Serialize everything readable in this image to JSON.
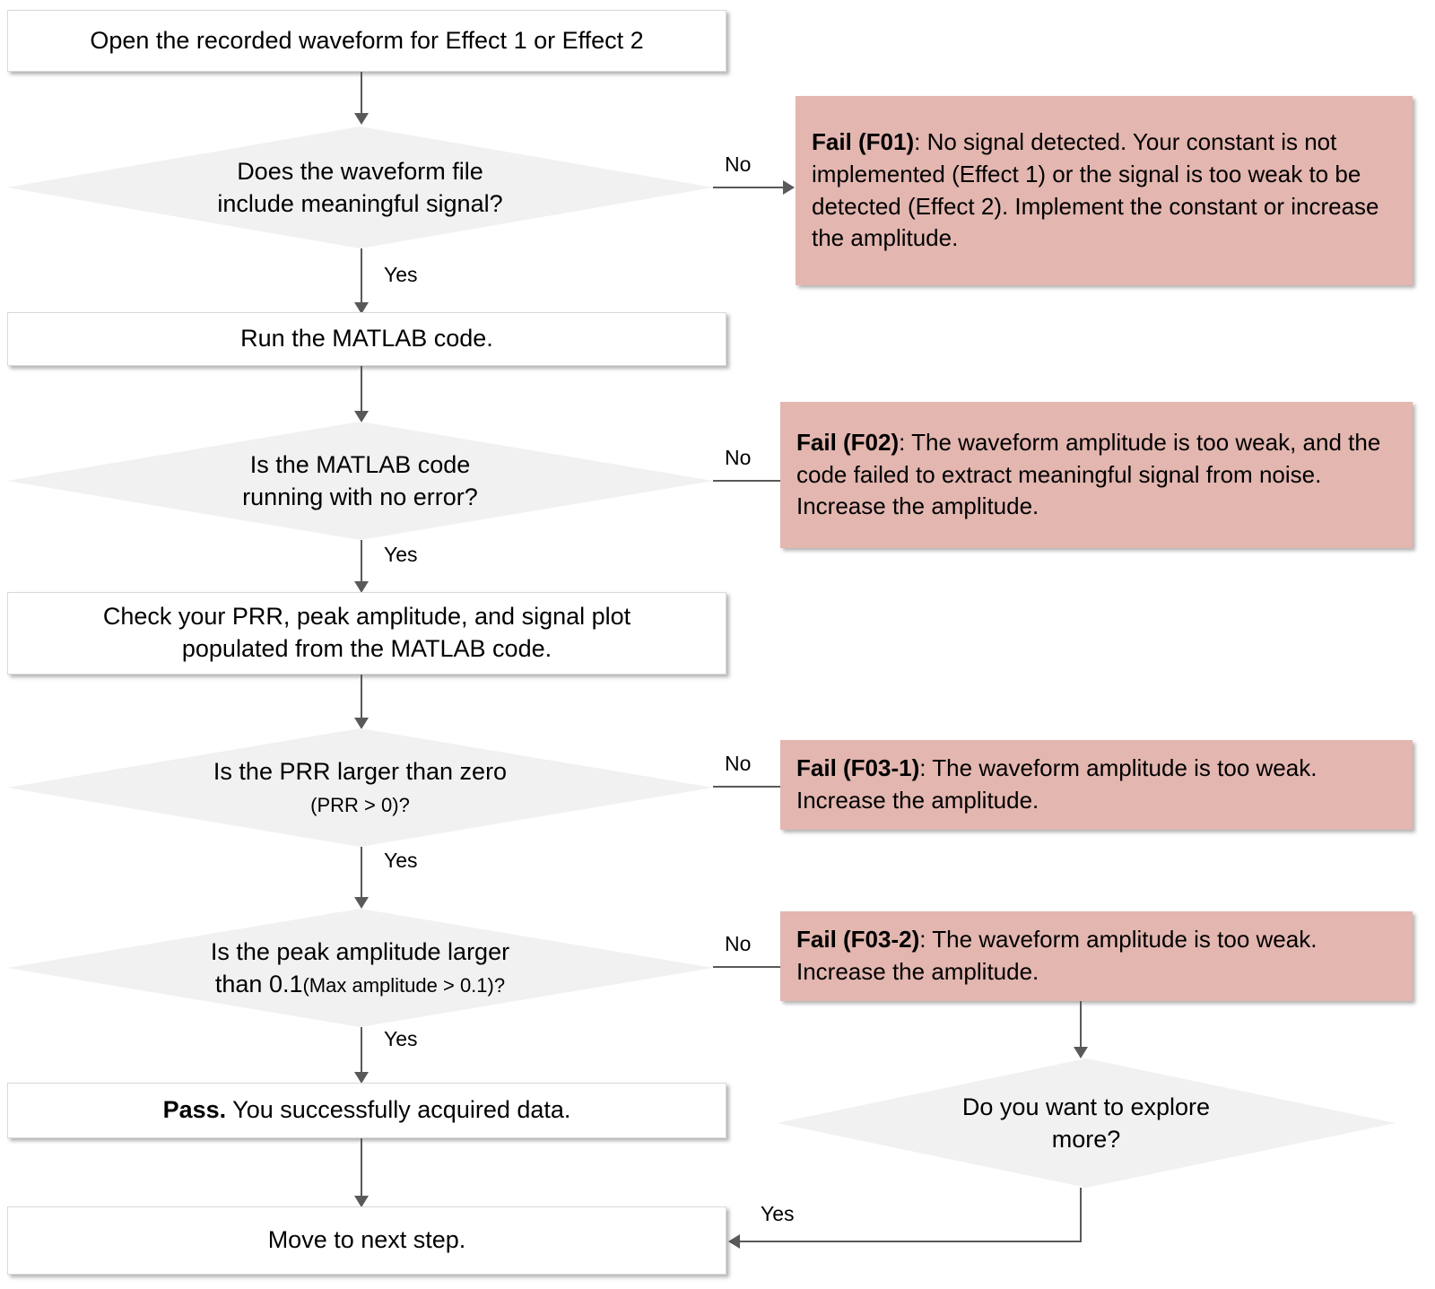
{
  "diagram": {
    "title": "Waveform data acquisition troubleshooting flowchart",
    "colors": {
      "process_fill": "#ffffff",
      "decision_fill": "#f1f1f1",
      "fail_fill": "#e3b6b0",
      "connector": "#595959",
      "text": "#000000"
    },
    "nodes": {
      "start": {
        "type": "process",
        "text": "Open the recorded waveform for Effect 1 or Effect 2"
      },
      "d1": {
        "type": "decision",
        "line1": "Does the waveform file",
        "line2": "include meaningful signal?"
      },
      "f01": {
        "type": "fail",
        "label": "Fail (F01)",
        "text": ": No signal detected. Your constant is not implemented (Effect 1) or the signal is too weak to be detected (Effect 2). Implement the constant or increase the amplitude."
      },
      "p2": {
        "type": "process",
        "text": "Run the MATLAB code."
      },
      "d2": {
        "type": "decision",
        "line1": "Is the MATLAB code",
        "line2": "running with no error?"
      },
      "f02": {
        "type": "fail",
        "label": "Fail (F02)",
        "text": ": The waveform amplitude is too weak, and the code failed to extract meaningful signal from noise. Increase the amplitude."
      },
      "p3": {
        "type": "process",
        "line1": "Check your PRR, peak amplitude, and signal plot",
        "line2": "populated from the MATLAB code."
      },
      "d3": {
        "type": "decision",
        "line1": "Is the PRR  larger than zero",
        "line2": "(PRR > 0)?"
      },
      "f031": {
        "type": "fail",
        "label": "Fail (F03-1)",
        "text": ": The waveform amplitude is too weak. Increase the amplitude."
      },
      "d4": {
        "type": "decision",
        "line1": "Is the peak amplitude larger",
        "line2a": "than 0.1",
        "line2b": "(Max amplitude > 0.1)?"
      },
      "f032": {
        "type": "fail",
        "label": "Fail (F03-2)",
        "text": ": The waveform amplitude is too weak. Increase the amplitude."
      },
      "pass": {
        "type": "process",
        "label": "Pass.",
        "text": " You successfully acquired data."
      },
      "d5": {
        "type": "decision",
        "line1": "Do you want to explore",
        "line2": "more?"
      },
      "next": {
        "type": "process",
        "text": "Move to next step."
      }
    },
    "edge_labels": {
      "no_1": "No",
      "yes_1": "Yes",
      "no_2": "No",
      "yes_2": "Yes",
      "no_3": "No",
      "yes_3": "Yes",
      "no_4": "No",
      "yes_4": "Yes",
      "yes_5": "Yes"
    }
  }
}
